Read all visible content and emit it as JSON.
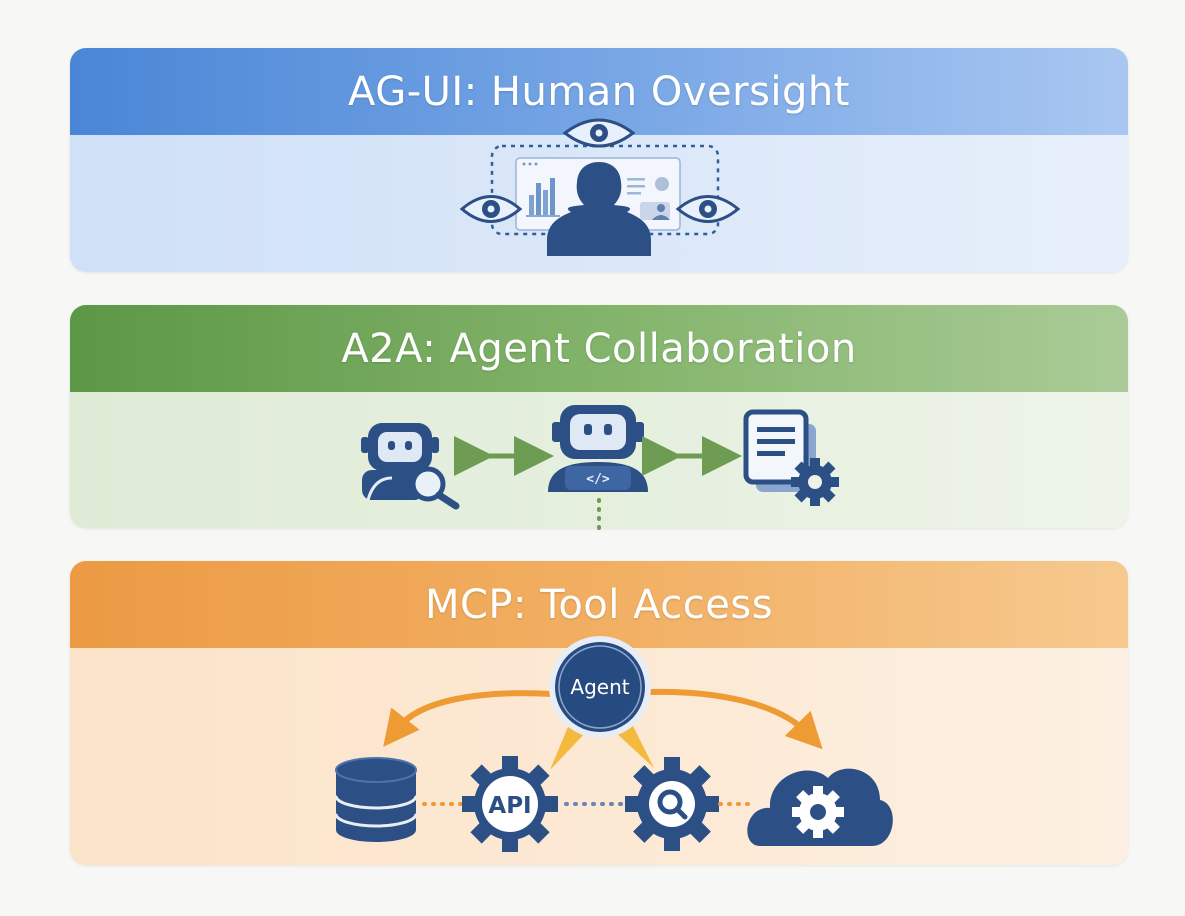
{
  "layers": [
    {
      "id": "ag-ui",
      "title": "AG-UI: Human Oversight"
    },
    {
      "id": "a2a",
      "title": "A2A: Agent Collaboration"
    },
    {
      "id": "mcp",
      "title": "MCP: Tool Access"
    }
  ],
  "mcp": {
    "agent_label": "Agent",
    "api_label": "API"
  },
  "icons": {
    "ag_ui": [
      "eye-icon",
      "eye-icon",
      "eye-icon",
      "dashboard-screen-icon",
      "person-silhouette-icon",
      "bar-chart-icon"
    ],
    "a2a": [
      "search-robot-icon",
      "coding-robot-icon",
      "document-gear-icon",
      "bidirectional-arrow-icon"
    ],
    "mcp": [
      "agent-node-icon",
      "database-icon",
      "api-gear-icon",
      "search-gear-icon",
      "cloud-gear-icon"
    ]
  },
  "colors": {
    "ag_ui_header": "#4a86d6",
    "a2a_header": "#5c9746",
    "mcp_header": "#ec9a43",
    "icon_navy": "#24497e",
    "arrow_orange": "#ef9b33",
    "arrow_green": "#6e9c53"
  }
}
